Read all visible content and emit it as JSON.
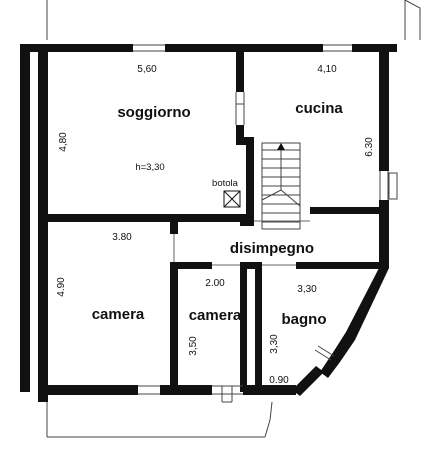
{
  "rooms": {
    "soggiorno": "soggiorno",
    "cucina": "cucina",
    "disimpegno": "disimpegno",
    "camera_1": "camera",
    "camera_2": "camera",
    "bagno": "bagno"
  },
  "labels": {
    "height": "h=3,30",
    "hatch": "botola"
  },
  "dimensions": {
    "soggiorno_width": "5,60",
    "cucina_width": "4,10",
    "soggiorno_depth": "4,80",
    "cucina_depth": "6.30",
    "camera_1_width": "3.80",
    "camera_1_depth": "4.90",
    "camera_2_width": "2.00",
    "camera_2_depth": "3,50",
    "bagno_width": "3,30",
    "bagno_depth": "3,30",
    "bagno_small": "0.90"
  },
  "colors": {
    "wall": "#111111",
    "thin_line": "#444444"
  }
}
